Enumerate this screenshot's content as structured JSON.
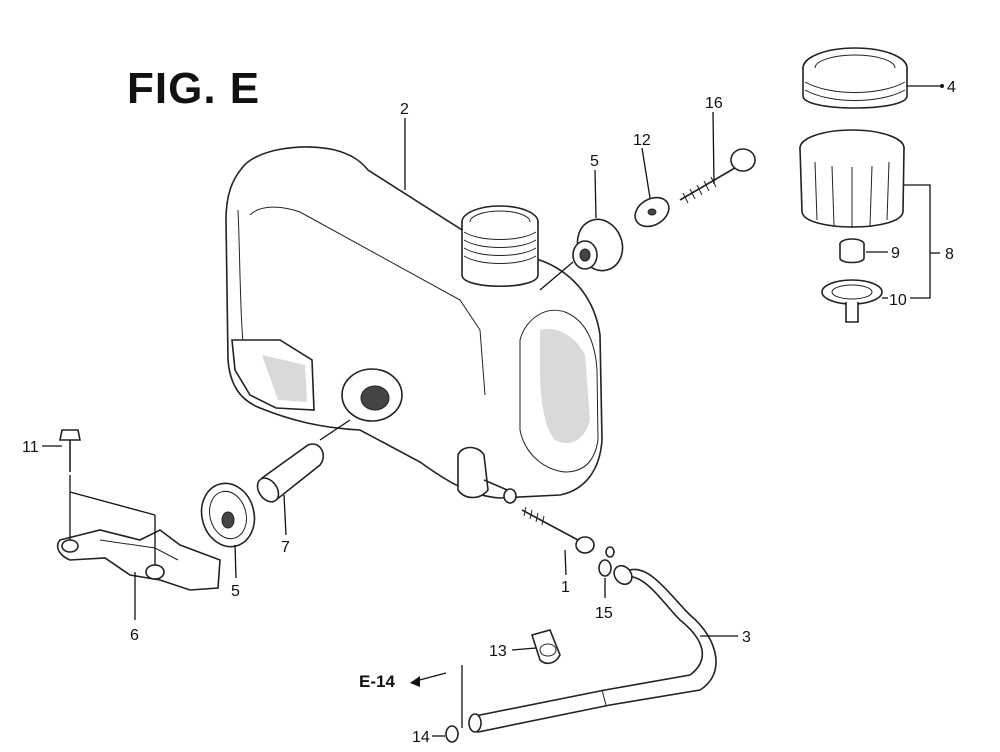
{
  "figure": {
    "title": "FIG. E",
    "reference": "E-14"
  },
  "callouts": [
    {
      "id": "c1",
      "text": "1"
    },
    {
      "id": "c2",
      "text": "2"
    },
    {
      "id": "c3",
      "text": "3"
    },
    {
      "id": "c4",
      "text": "4"
    },
    {
      "id": "c5a",
      "text": "5"
    },
    {
      "id": "c5b",
      "text": "5"
    },
    {
      "id": "c6",
      "text": "6"
    },
    {
      "id": "c7",
      "text": "7"
    },
    {
      "id": "c8",
      "text": "8"
    },
    {
      "id": "c9",
      "text": "9"
    },
    {
      "id": "c10",
      "text": "10"
    },
    {
      "id": "c11",
      "text": "11"
    },
    {
      "id": "c12",
      "text": "12"
    },
    {
      "id": "c13",
      "text": "13"
    },
    {
      "id": "c14",
      "text": "14"
    },
    {
      "id": "c15",
      "text": "15"
    },
    {
      "id": "c16",
      "text": "16"
    }
  ]
}
